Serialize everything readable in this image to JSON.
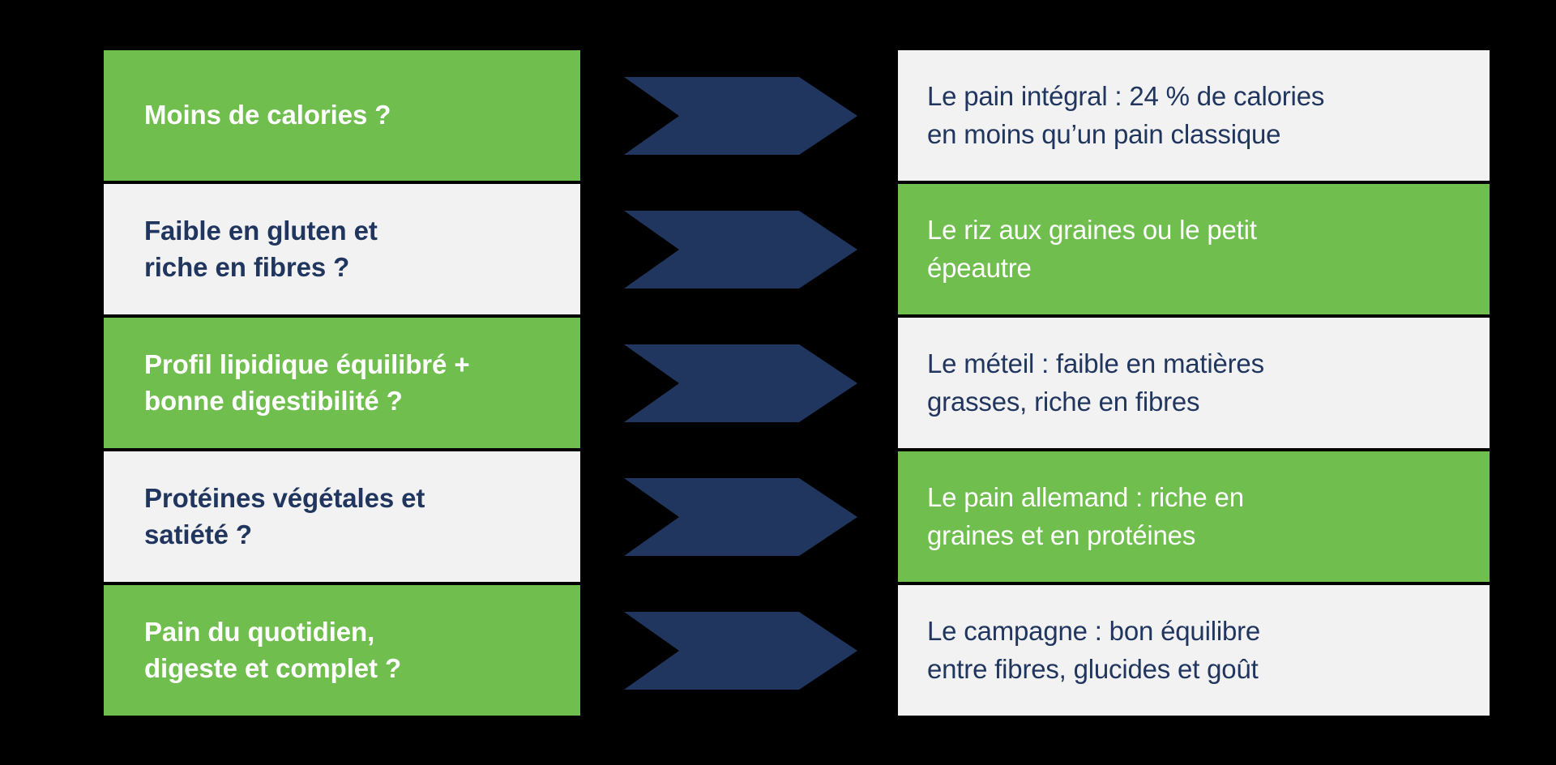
{
  "meta": {
    "background_color": "#000000",
    "green": "#6fbe4e",
    "grey": "#f2f2f3",
    "navy": "#21365e",
    "white": "#ffffff"
  },
  "arrow": {
    "icon": "chevron-right-arrow",
    "color": "#21365e",
    "count": 5
  },
  "rows": [
    {
      "question": "Moins de calories ?",
      "question_style": "green",
      "answer_line1": "Le pain intégral : 24 % de calories",
      "answer_line2": "en moins qu’un pain classique",
      "answer_style": "grey"
    },
    {
      "question_line1": "Faible en gluten et",
      "question_line2": "riche en fibres ?",
      "question_style": "grey",
      "answer_line1": "Le riz aux graines ou le petit",
      "answer_line2": "épeautre",
      "answer_style": "green"
    },
    {
      "question_line1": "Profil lipidique équilibré +",
      "question_line2": "bonne digestibilité ?",
      "question_style": "green",
      "answer_line1": "Le méteil : faible en matières",
      "answer_line2": "grasses, riche en fibres",
      "answer_style": "grey"
    },
    {
      "question_line1": "Protéines végétales et",
      "question_line2": "satiété ?",
      "question_style": "grey",
      "answer_line1": "Le pain allemand : riche en",
      "answer_line2": "graines et en protéines",
      "answer_style": "green"
    },
    {
      "question_line1": "Pain du quotidien,",
      "question_line2": "digeste et complet ?",
      "question_style": "green",
      "answer_line1": "Le campagne : bon équilibre",
      "answer_line2": "entre fibres, glucides et goût",
      "answer_style": "grey"
    }
  ]
}
